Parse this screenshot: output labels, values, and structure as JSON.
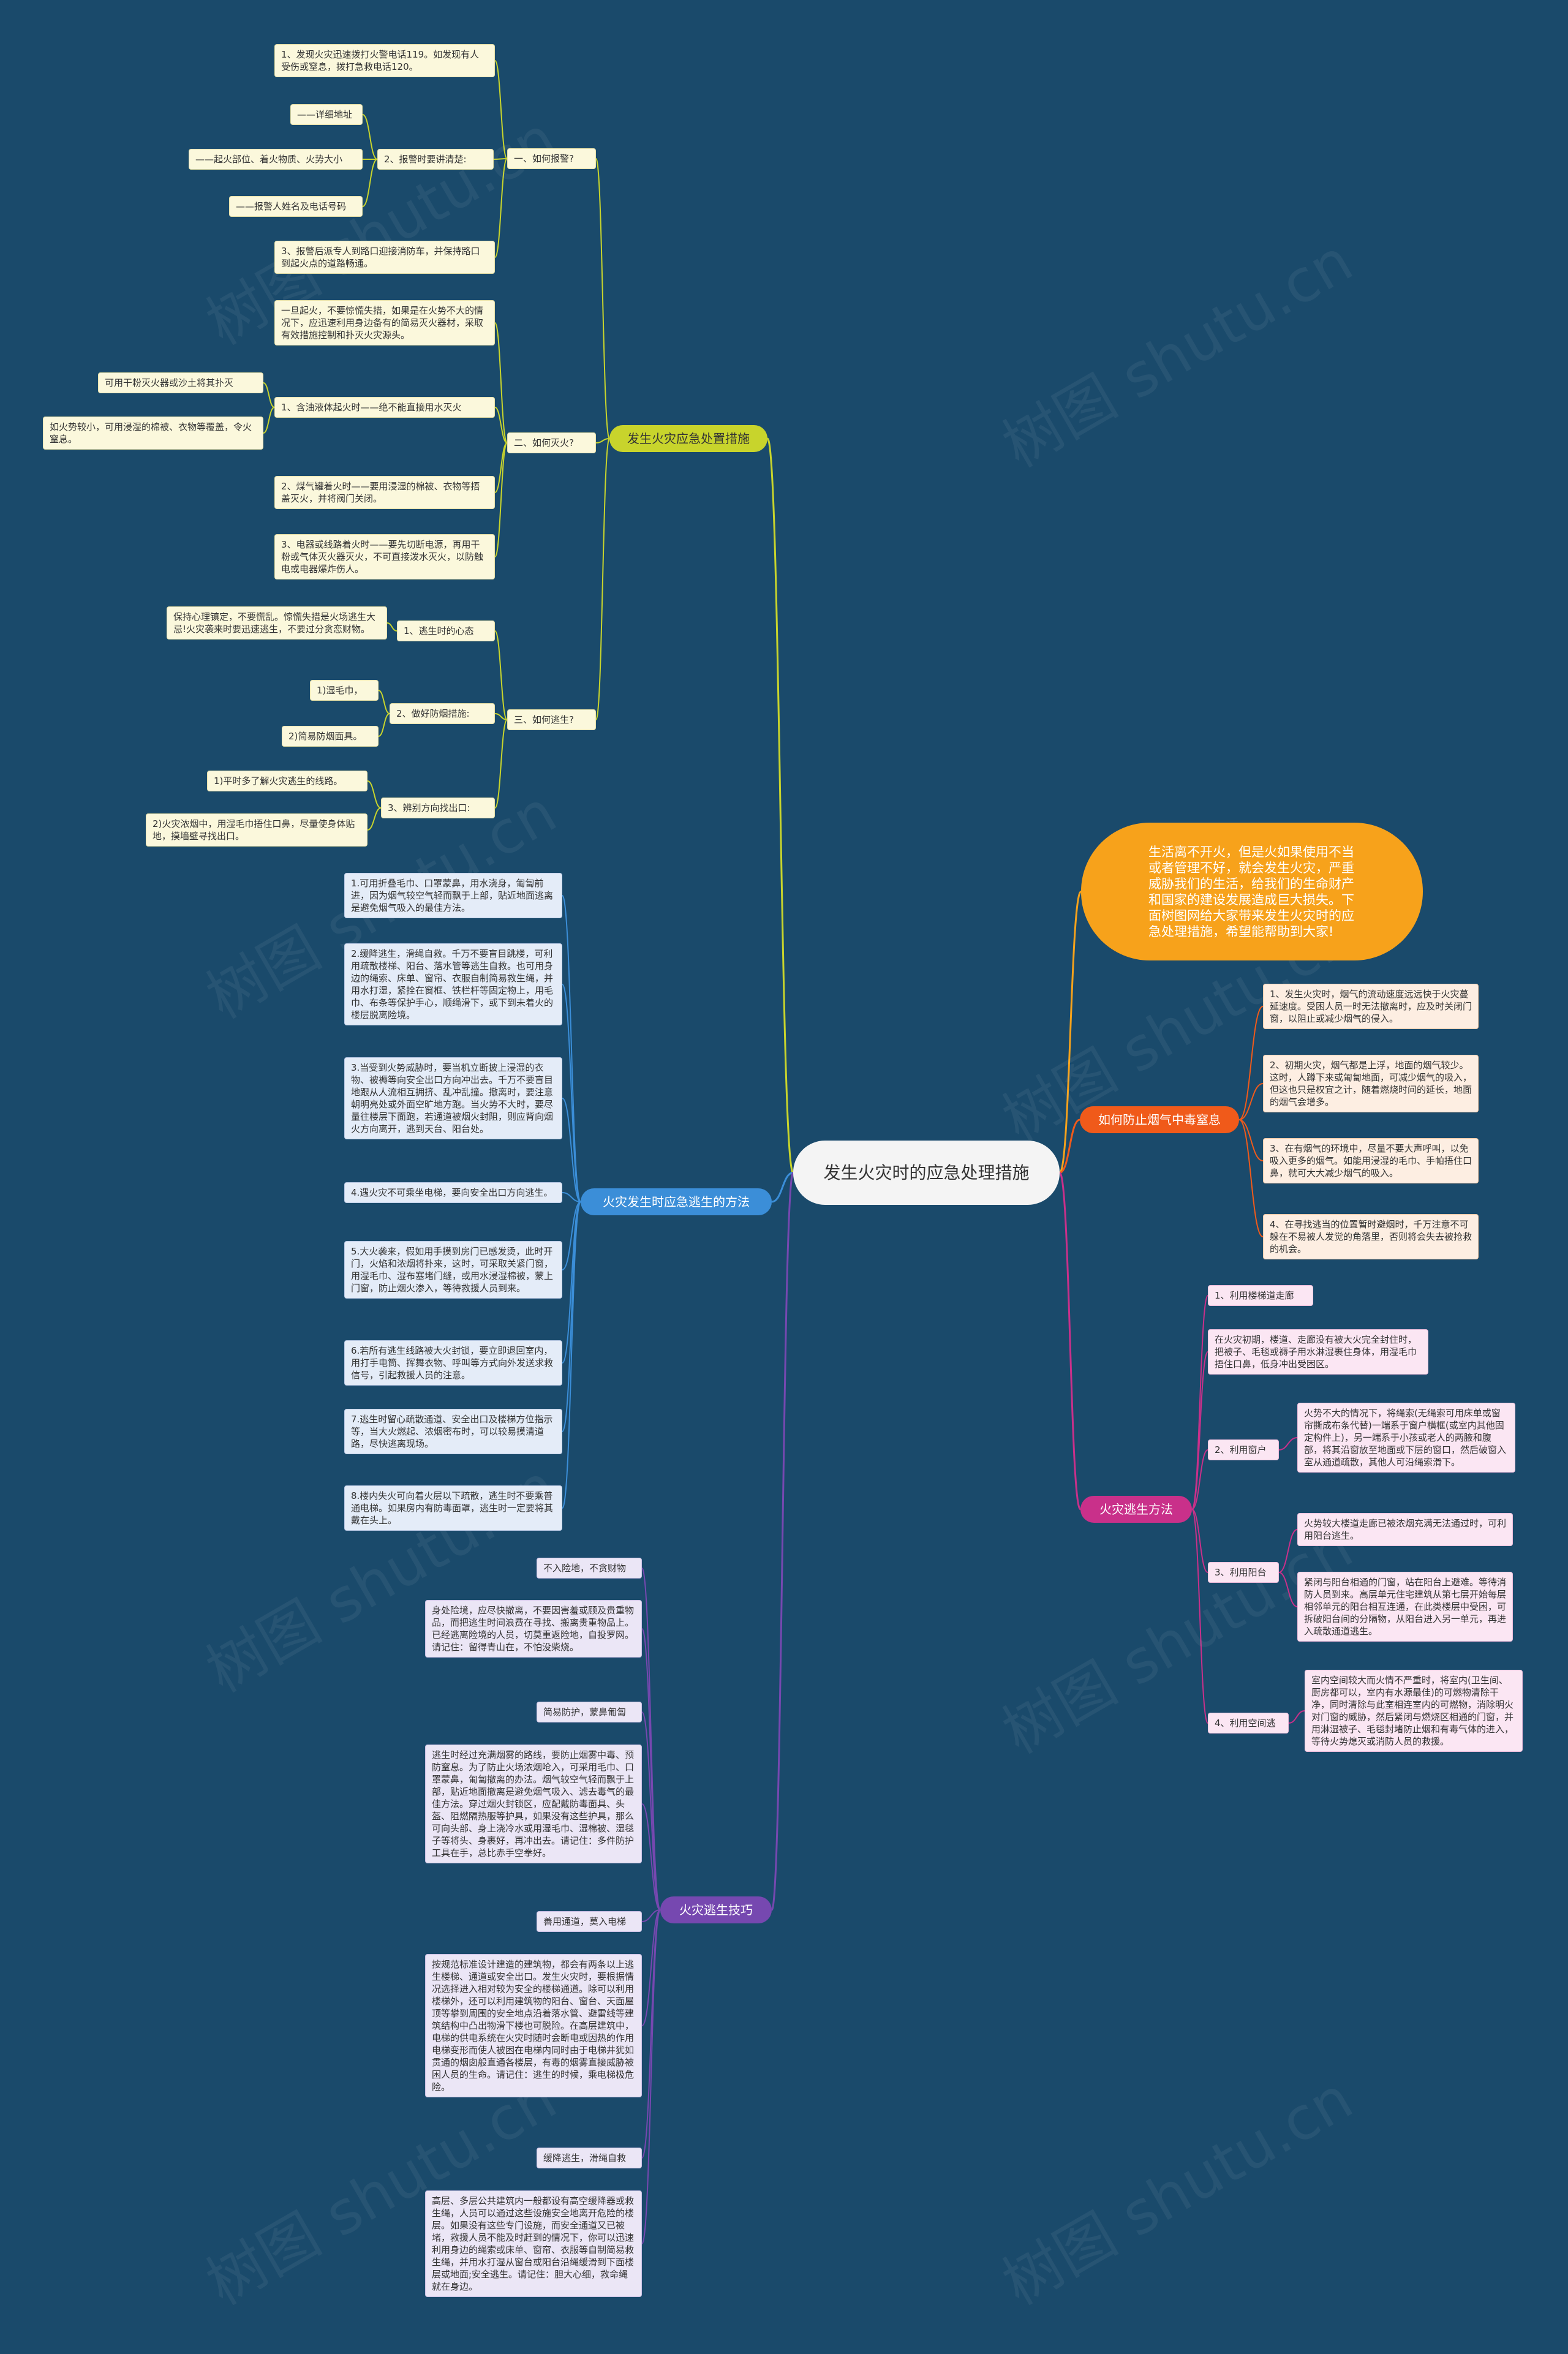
{
  "root": "发生火灾时的应急处理措施",
  "intro": "生活离不开火，但是火如果使用不当或者管理不好，就会发生火灾，严重威胁我们的生活，给我们的生命财产和国家的建设发展造成巨大损失。下面树图网给大家带来发生火灾时的应急处理措施，希望能帮助到大家!",
  "watermark": "树图 shutu.cn",
  "colors": {
    "yellow": "#c8d42c",
    "orange": "#f05a1a",
    "pink": "#c9308a",
    "blue": "#3b8ed8",
    "purple": "#7648b0",
    "intro": "#f7a21b"
  },
  "branches": {
    "handling": {
      "title": "发生火灾应急处置措施",
      "alarm": {
        "label": "一、如何报警?",
        "n1": "1、发现火灾迅速拨打火警电话119。如发现有人受伤或窒息，拨打急救电话120。",
        "n2": "2、报警时要讲清楚:",
        "n2a": "——详细地址",
        "n2b": "——起火部位、着火物质、火势大小",
        "n2c": "——报警人姓名及电话号码",
        "n3": "3、报警后派专人到路口迎接消防车，并保持路口到起火点的道路畅通。"
      },
      "extinguish": {
        "label": "二、如何灭火?",
        "n0": "一旦起火，不要惊慌失措，如果是在火势不大的情况下，应迅速利用身边备有的简易灭火器材，采取有效措施控制和扑灭火灾源头。",
        "n1": "1、含油液体起火时——绝不能直接用水灭火",
        "n1a": "可用干粉灭火器或沙土将其扑灭",
        "n1b": "如火势较小，可用浸湿的棉被、衣物等覆盖，令火窒息。",
        "n2": "2、煤气罐着火时——要用浸湿的棉被、衣物等捂盖灭火，并将阀门关闭。",
        "n3": "3、电器或线路着火时——要先切断电源，再用干粉或气体灭火器灭火，不可直接泼水灭火，以防触电或电器爆炸伤人。"
      },
      "escape": {
        "label": "三、如何逃生?",
        "n1": "1、逃生时的心态",
        "n1a": "保持心理镇定，不要慌乱。惊慌失措是火场逃生大忌!火灾袭来时要迅速逃生，不要过分贪恋财物。",
        "n2": "2、做好防烟措施:",
        "n2a": "1)湿毛巾，",
        "n2b": "2)简易防烟面具。",
        "n3": "3、辨别方向找出口:",
        "n3a": "1)平时多了解火灾逃生的线路。",
        "n3b": "2)火灾浓烟中，用湿毛巾捂住口鼻，尽量使身体贴地，摸墙壁寻找出口。"
      }
    },
    "smoke": {
      "title": "如何防止烟气中毒窒息",
      "items": [
        "1、发生火灾时，烟气的流动速度远远快于火灾蔓延速度。受困人员一时无法撤离时，应及时关闭门窗，以阻止或减少烟气的侵入。",
        "2、初期火灾，烟气都是上浮，地面的烟气较少。这时，人蹲下来或匍匐地面，可减少烟气的吸入，但这也只是权宜之计，随着燃烧时间的延长，地面的烟气会增多。",
        "3、在有烟气的环境中，尽量不要大声呼叫，以免吸入更多的烟气。如能用浸湿的毛巾、手帕捂住口鼻，就可大大减少烟气的吸入。",
        "4、在寻找逃当的位置暂时避烟时，千万注意不可躲在不易被人发觉的角落里，否则将会失去被抢救的机会。"
      ]
    },
    "methods": {
      "title": "火灾逃生方法",
      "m1": "1、利用楼梯道走廊",
      "m1a": "在火灾初期，楼道、走廊没有被大火完全封住时，把被子、毛毯或褥子用水淋湿裹住身体，用湿毛巾捂住口鼻，低身冲出受困区。",
      "m2": "2、利用窗户",
      "m2a": "火势不大的情况下，将绳索(无绳索可用床单或窗帘撕成布条代替)一端系于窗户横框(或室内其他固定构件上)，另一端系于小孩或老人的两腋和腹部，将其沿窗放至地面或下层的窗口，然后破窗入室从通道疏散，其他人可沿绳索滑下。",
      "m3": "3、利用阳台",
      "m3a": "火势较大楼道走廊已被浓烟充满无法通过时，可利用阳台逃生。",
      "m3b": "紧闭与阳台相通的门窗，站在阳台上避难。等待消防人员到来。高层单元住宅建筑从第七层开始每层相邻单元的阳台相互连通，在此类楼层中受困，可拆破阳台间的分隔物，从阳台进入另一单元，再进入疏散通道逃生。",
      "m4": "4、利用空间逃",
      "m4a": "室内空间较大而火情不严重时，将室内(卫生间、厨房都可以，室内有水源最佳)的可燃物清除干净，同时清除与此室相连室内的可燃物，消除明火对门窗的威胁，然后紧闭与燃烧区相通的门窗，并用淋湿被子、毛毯封堵防止烟和有毒气体的进入，等待火势熄灭或消防人员的救援。"
    },
    "ways": {
      "title": "火灾发生时应急逃生的方法",
      "items": [
        "1.可用折叠毛巾、口罩蒙鼻，用水浇身，匍匐前进，因为烟气较空气轻而飘于上部，贴近地面逃离是避免烟气吸入的最佳方法。",
        "2.缓降逃生，滑绳自救。千万不要盲目跳楼，可利用疏散楼梯、阳台、落水管等逃生自救。也可用身边的绳索、床单、窗帘、衣服自制简易救生绳，并用水打湿，紧拴在窗框、铁栏杆等固定物上，用毛巾、布条等保护手心，顺绳滑下，或下到未着火的楼层脱离险境。",
        "3.当受到火势威胁时，要当机立断披上浸湿的衣物、被褥等向安全出口方向冲出去。千万不要盲目地跟从人流相互拥挤、乱冲乱撞。撤离时，要注意朝明亮处或外面空旷地方跑。当火势不大时，要尽量往楼层下面跑，若通道被烟火封阻，则应背向烟火方向离开，逃到天台、阳台处。",
        "4.遇火灾不可乘坐电梯，要向安全出口方向逃生。",
        "5.大火袭来，假如用手摸到房门已感发烫，此时开门，火焰和浓烟将扑来，这时，可采取关紧门窗，用湿毛巾、湿布塞堵门缝，或用水浸湿棉被，蒙上门窗，防止烟火渗入，等待救援人员到来。",
        "6.若所有逃生线路被大火封锁，要立即退回室内，用打手电筒、挥舞衣物、呼叫等方式向外发送求救信号，引起救援人员的注意。",
        "7.逃生时留心疏散通道、安全出口及楼梯方位指示等，当大火燃起、浓烟密布时，可以较易摸清道路，尽快逃离现场。",
        "8.楼内失火可向着火层以下疏散，逃生时不要乘普通电梯。如果房内有防毒面罩，逃生时一定要将其戴在头上。"
      ]
    },
    "tips": {
      "title": "火灾逃生技巧",
      "t1": "不入险地，不贪财物",
      "t1a": "身处险境，应尽快撤离，不要因害羞或顾及贵重物品，而把逃生时间浪费在寻找、搬离贵重物品上。已经逃离险境的人员，切莫重返险地，自投罗网。请记住：留得青山在，不怕没柴烧。",
      "t2": "简易防护，蒙鼻匍匐",
      "t2a": "逃生时经过充满烟雾的路线，要防止烟雾中毒、预防窒息。为了防止火场浓烟呛入，可采用毛巾、口罩蒙鼻，匍匐撤离的办法。烟气较空气轻而飘于上部，贴近地面撤离是避免烟气吸入、滤去毒气的最佳方法。穿过烟火封锁区，应配戴防毒面具、头盔、阻燃隔热服等护具，如果没有这些护具，那么可向头部、身上浇冷水或用湿毛巾、湿棉被、湿毯子等将头、身裹好，再冲出去。请记住：多件防护工具在手，总比赤手空拳好。",
      "t3": "善用通道，莫入电梯",
      "t3a": "按规范标准设计建造的建筑物，都会有两条以上逃生楼梯、通道或安全出口。发生火灾时，要根据情况选择进入相对较为安全的楼梯通道。除可以利用楼梯外，还可以利用建筑物的阳台、窗台、天面屋顶等攀到周围的安全地点沿着落水管、避雷线等建筑结构中凸出物滑下楼也可脱险。在高层建筑中，电梯的供电系统在火灾时随时会断电或因热的作用电梯变形而使人被困在电梯内同时由于电梯井犹如贯通的烟囱般直通各楼层，有毒的烟雾直接威胁被困人员的生命。请记住：逃生的时候，乘电梯极危险。",
      "t4": "缓降逃生，滑绳自救",
      "t4a": "高层、多层公共建筑内一般都设有高空缓降器或救生绳，人员可以通过这些设施安全地离开危险的楼层。如果没有这些专门设施，而安全通道又已被堵，救援人员不能及时赶到的情况下，你可以迅速利用身边的绳索或床单、窗帘、衣服等自制简易救生绳，并用水打湿从窗台或阳台沿绳缓滑到下面楼层或地面;安全逃生。请记住：胆大心细，救命绳就在身边。"
    }
  }
}
